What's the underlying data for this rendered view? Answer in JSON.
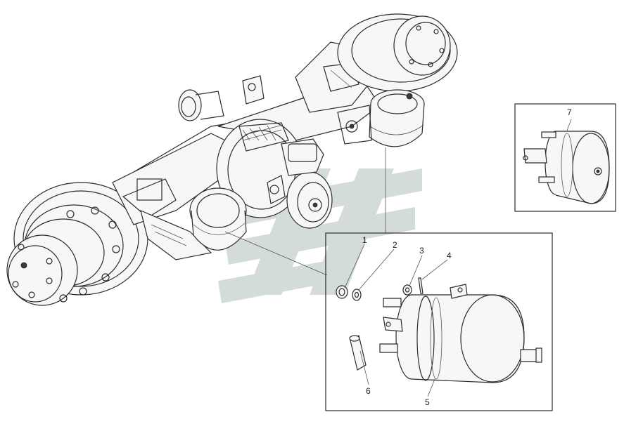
{
  "callouts": [
    {
      "id": "1",
      "text": "1"
    },
    {
      "id": "2",
      "text": "2"
    },
    {
      "id": "3",
      "text": "3"
    },
    {
      "id": "4",
      "text": "4"
    },
    {
      "id": "5",
      "text": "5"
    },
    {
      "id": "6",
      "text": "6"
    },
    {
      "id": "7",
      "text": "7"
    }
  ],
  "colors": {
    "line": "#2b2b2b",
    "watermark": "#c9d3cf",
    "background": "#ffffff"
  }
}
